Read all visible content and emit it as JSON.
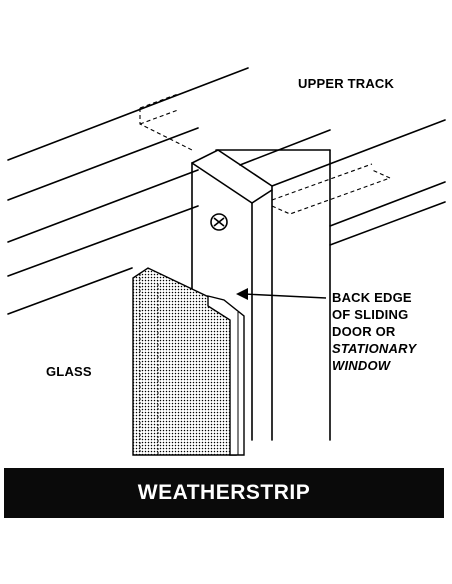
{
  "labels": {
    "upper_track": "UPPER TRACK",
    "glass": "GLASS",
    "back_edge_lines": [
      {
        "text": "BACK EDGE",
        "italic": false
      },
      {
        "text": "OF SLIDING",
        "italic": false
      },
      {
        "text": "DOOR OR",
        "italic": false
      },
      {
        "text": "STATIONARY",
        "italic": true
      },
      {
        "text": "WINDOW",
        "italic": true
      }
    ]
  },
  "banner": {
    "title": "WEATHERSTRIP",
    "background_color": "#0a0a0a",
    "text_color": "#ffffff"
  },
  "line_color": "#000000"
}
